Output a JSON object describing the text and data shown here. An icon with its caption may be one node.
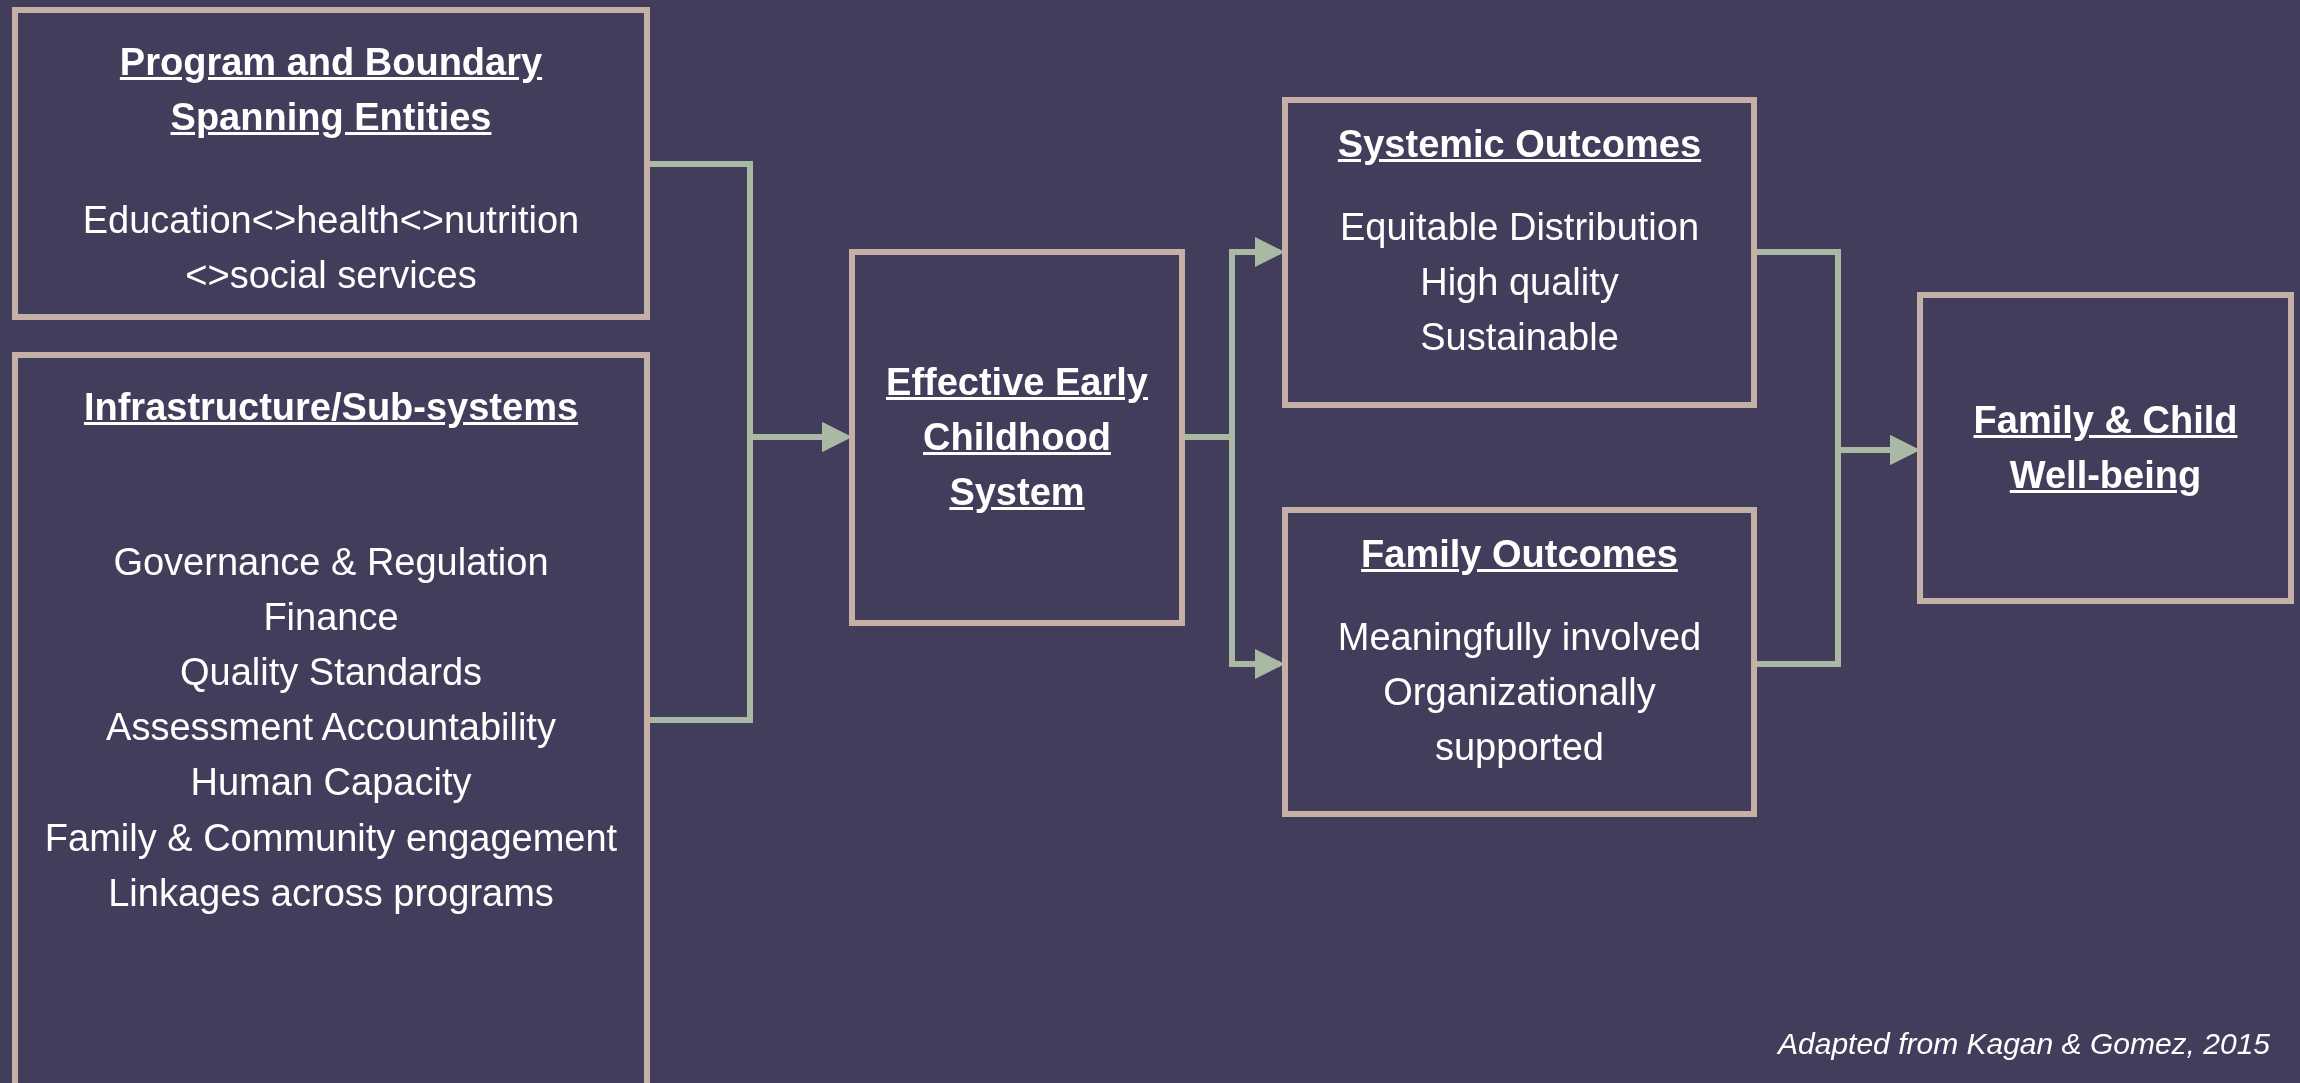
{
  "diagram": {
    "caption": "Adapted from Kagan & Gomez, 2015",
    "nodes": [
      {
        "text": [
          "Program and Boundary Spanning Entities",
          "Education<>health<>nutrition <>social services"
        ]
      },
      {
        "text": [
          "Infrastructure/Sub-systems",
          "Governance & Regulation",
          "Finance",
          "Quality Standards",
          "Assessment Accountability",
          "Human Capacity",
          "Family & Community engagement",
          "Linkages across programs"
        ]
      },
      {
        "text": [
          "Effective Early Childhood System"
        ]
      },
      {
        "text": [
          "Systemic Outcomes",
          "Equitable Distribution",
          "High quality",
          "Sustainable"
        ]
      },
      {
        "text": [
          "Family Outcomes",
          "Meaningfully involved",
          "Organizationally supported"
        ]
      },
      {
        "text": [
          "Family & Child Well-being"
        ]
      }
    ],
    "edges": [
      {
        "from": 0,
        "to": 2,
        "arrow": "to"
      },
      {
        "from": 1,
        "to": 2,
        "arrow": "to"
      },
      {
        "from": 2,
        "to": 3,
        "arrow": "to"
      },
      {
        "from": 2,
        "to": 4,
        "arrow": "to"
      },
      {
        "from": 3,
        "to": 5,
        "arrow": "to"
      },
      {
        "from": 4,
        "to": 5,
        "arrow": "to"
      }
    ]
  }
}
